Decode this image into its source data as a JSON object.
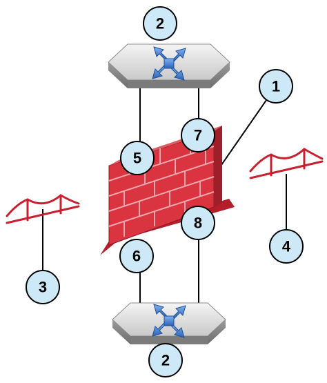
{
  "colors": {
    "callout_fill": "#cde9f7",
    "firewall_brick": "#d9343f",
    "firewall_mortar": "#f2a7ad",
    "router_face": "#d9d9d9",
    "router_arrow": "#3a78c9",
    "bridge": "#c8202f"
  },
  "icons": {
    "top_device": "router-icon",
    "bottom_device": "router-icon",
    "center": "firewall-icon",
    "left": "bridge-icon",
    "right": "bridge-icon"
  },
  "callouts": {
    "c1": "1",
    "c2_top": "2",
    "c2_bottom": "2",
    "c3": "3",
    "c4": "4",
    "c5": "5",
    "c6": "6",
    "c7": "7",
    "c8": "8"
  }
}
